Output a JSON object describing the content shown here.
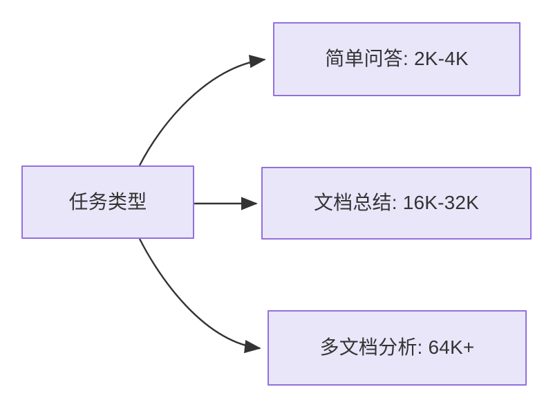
{
  "diagram": {
    "type": "flowchart",
    "direction": "left-to-right",
    "background_color": "#ffffff",
    "node_fill_color": "#e9e6fa",
    "node_border_color": "#9370db",
    "text_color": "#333333",
    "edge_color": "#333333",
    "nodes": [
      {
        "id": "root",
        "label": "任务类型"
      },
      {
        "id": "qa",
        "label": "简单问答: 2K-4K"
      },
      {
        "id": "summary",
        "label": "文档总结: 16K-32K"
      },
      {
        "id": "multidoc",
        "label": "多文档分析: 64K+"
      }
    ],
    "edges": [
      {
        "from": "root",
        "to": "qa",
        "style": "curved",
        "arrow": "single"
      },
      {
        "from": "root",
        "to": "summary",
        "style": "straight",
        "arrow": "single"
      },
      {
        "from": "root",
        "to": "multidoc",
        "style": "curved",
        "arrow": "single"
      }
    ]
  }
}
